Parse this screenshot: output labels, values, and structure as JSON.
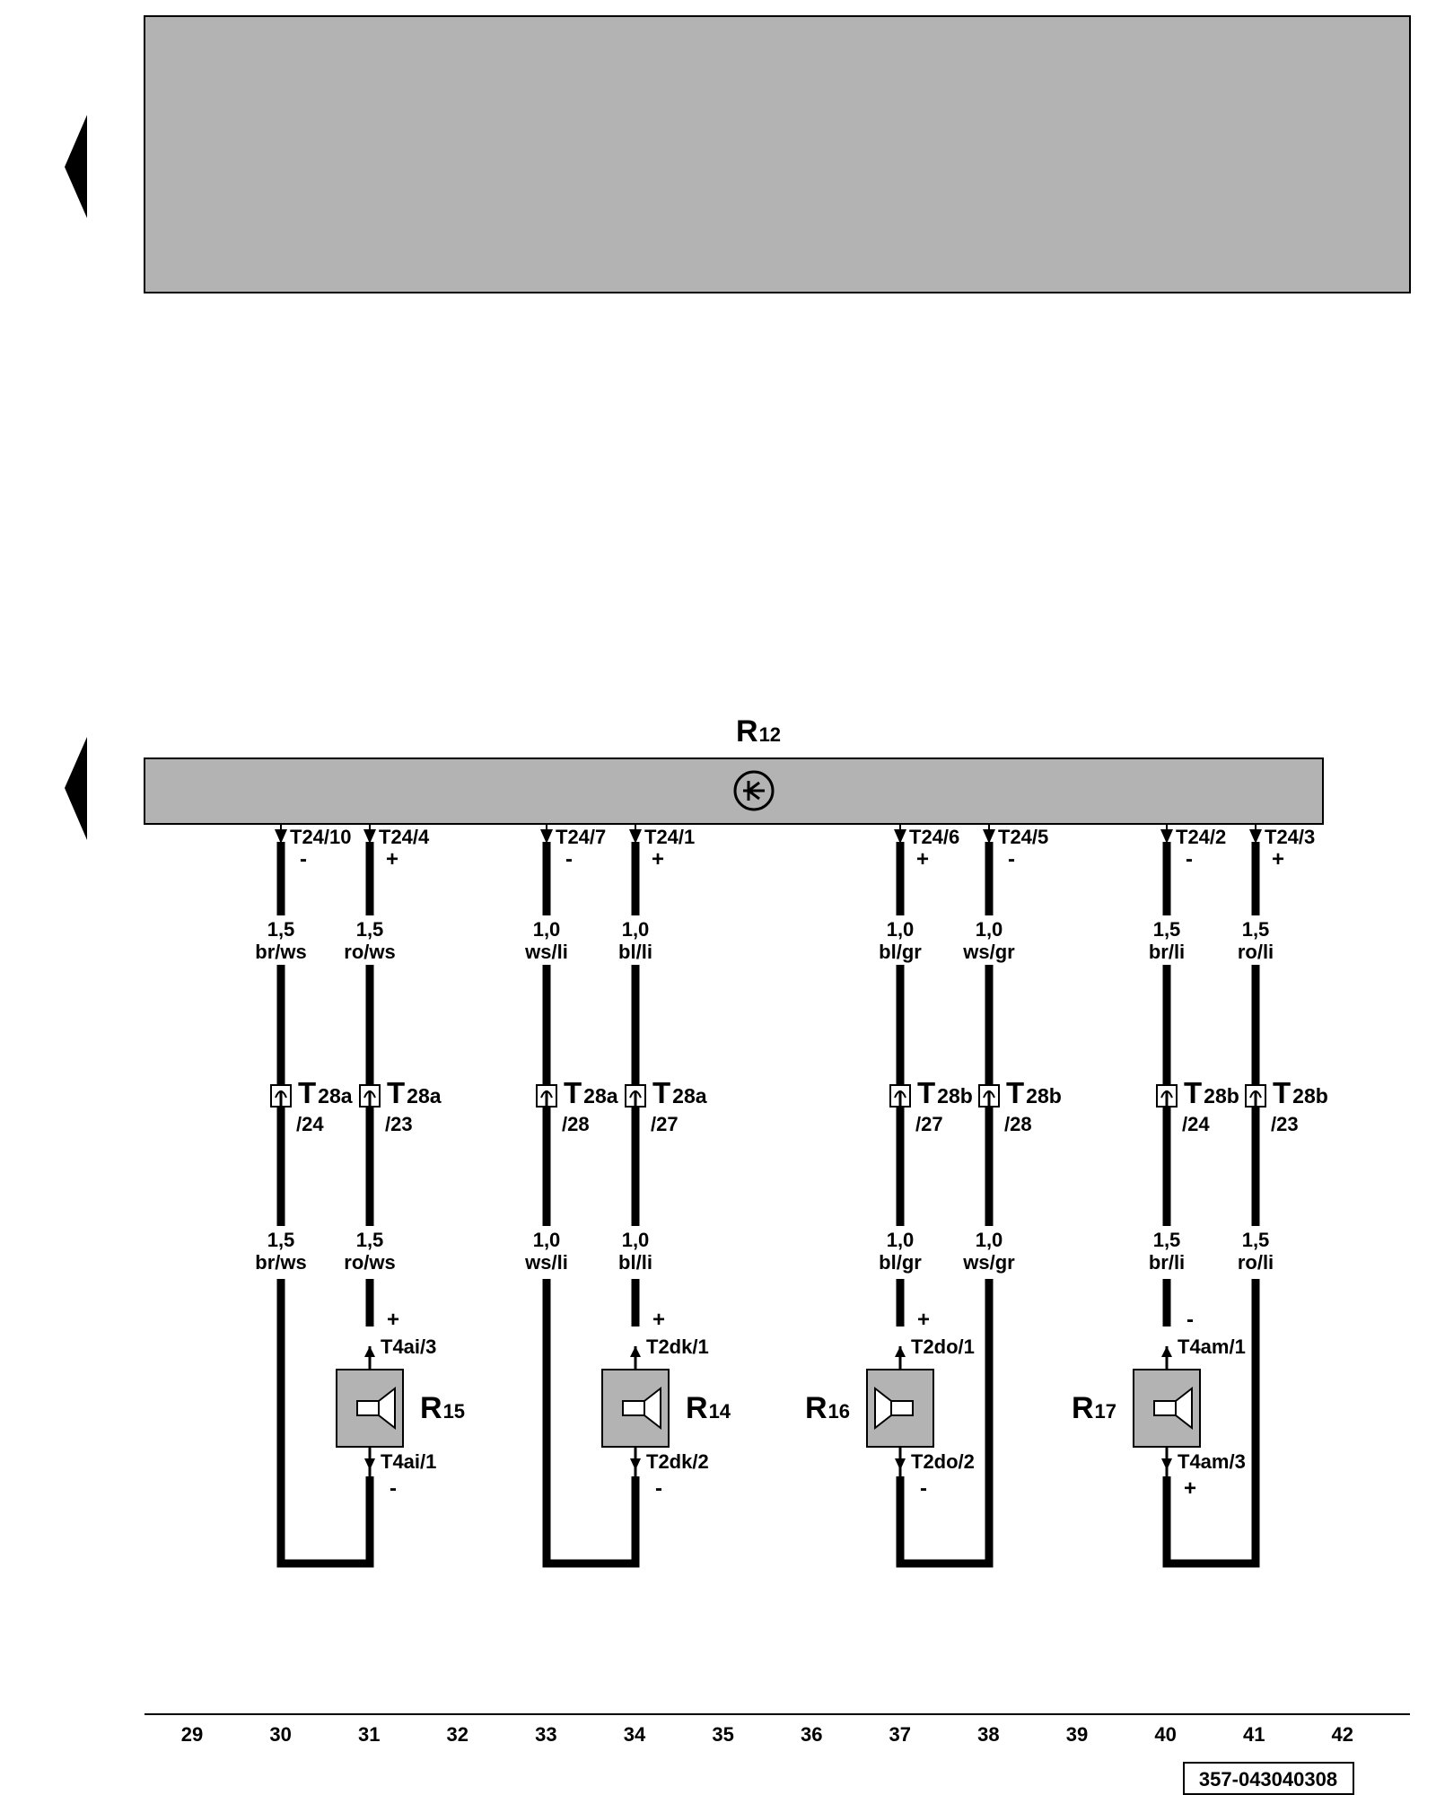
{
  "control_unit": {
    "letter": "R",
    "number": "12"
  },
  "doc_number": "357-043040308",
  "colors": {
    "panel_fill": "#b3b3b3",
    "line": "#000000",
    "background": "#ffffff"
  },
  "icons": {
    "nav_arrows": "left-triangle-icon",
    "control_unit": "radio-antenna-icon",
    "connector": "connector-pin-icon",
    "speaker": "speaker-icon"
  },
  "wires": [
    {
      "id": "w30",
      "pin": "T24/10",
      "sign": "-",
      "size": "1,5",
      "color": "br/ws",
      "conn": "28a",
      "conn_pin": "/24"
    },
    {
      "id": "w31",
      "pin": "T24/4",
      "sign": "+",
      "size": "1,5",
      "color": "ro/ws",
      "conn": "28a",
      "conn_pin": "/23"
    },
    {
      "id": "w33",
      "pin": "T24/7",
      "sign": "-",
      "size": "1,0",
      "color": "ws/li",
      "conn": "28a",
      "conn_pin": "/28"
    },
    {
      "id": "w34",
      "pin": "T24/1",
      "sign": "+",
      "size": "1,0",
      "color": "bl/li",
      "conn": "28a",
      "conn_pin": "/27"
    },
    {
      "id": "w37",
      "pin": "T24/6",
      "sign": "+",
      "size": "1,0",
      "color": "bl/gr",
      "conn": "28b",
      "conn_pin": "/27"
    },
    {
      "id": "w38",
      "pin": "T24/5",
      "sign": "-",
      "size": "1,0",
      "color": "ws/gr",
      "conn": "28b",
      "conn_pin": "/28"
    },
    {
      "id": "w40",
      "pin": "T24/2",
      "sign": "-",
      "size": "1,5",
      "color": "br/li",
      "conn": "28b",
      "conn_pin": "/24"
    },
    {
      "id": "w41",
      "pin": "T24/3",
      "sign": "+",
      "size": "1,5",
      "color": "ro/li",
      "conn": "28b",
      "conn_pin": "/23"
    }
  ],
  "speakers": [
    {
      "id": "R15",
      "letter": "R",
      "number": "15",
      "top_pin": "T4ai/3",
      "top_sign": "+",
      "bottom_pin": "T4ai/1",
      "bottom_sign": "-"
    },
    {
      "id": "R14",
      "letter": "R",
      "number": "14",
      "top_pin": "T2dk/1",
      "top_sign": "+",
      "bottom_pin": "T2dk/2",
      "bottom_sign": "-"
    },
    {
      "id": "R16",
      "letter": "R",
      "number": "16",
      "top_pin": "T2do/1",
      "top_sign": "+",
      "bottom_pin": "T2do/2",
      "bottom_sign": "-"
    },
    {
      "id": "R17",
      "letter": "R",
      "number": "17",
      "top_pin": "T4am/1",
      "top_sign": "-",
      "bottom_pin": "T4am/3",
      "bottom_sign": "+"
    }
  ],
  "track_numbers": [
    "29",
    "30",
    "31",
    "32",
    "33",
    "34",
    "35",
    "36",
    "37",
    "38",
    "39",
    "40",
    "41",
    "42"
  ]
}
